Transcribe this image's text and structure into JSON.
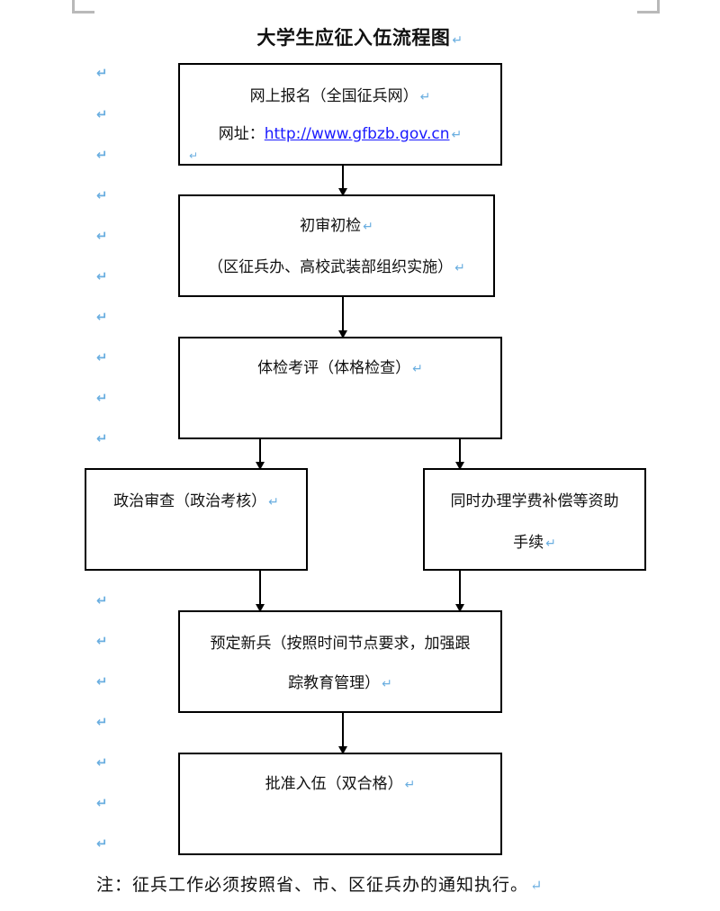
{
  "title": "大学生应征入伍流程图",
  "paragraph_mark": "↵",
  "steps": {
    "register": {
      "line1": "网上报名（全国征兵网）",
      "url_label": "网址：",
      "url": "http://www.gfbzb.gov.cn"
    },
    "preliminary": {
      "line1": "初审初检",
      "line2": "（区征兵办、高校武装部组织实施）"
    },
    "physical": {
      "line1": "体检考评（体格检查）"
    },
    "political": {
      "line1": "政治审查（政治考核）"
    },
    "tuition": {
      "line1": "同时办理学费补偿等资助",
      "line2": "手续"
    },
    "reserve": {
      "line1": "预定新兵（按照时间节点要求，加强跟",
      "line2": "踪教育管理）"
    },
    "approve": {
      "line1": "批准入伍（双合格）"
    }
  },
  "note": "注：征兵工作必须按照省、市、区征兵办的通知执行。"
}
